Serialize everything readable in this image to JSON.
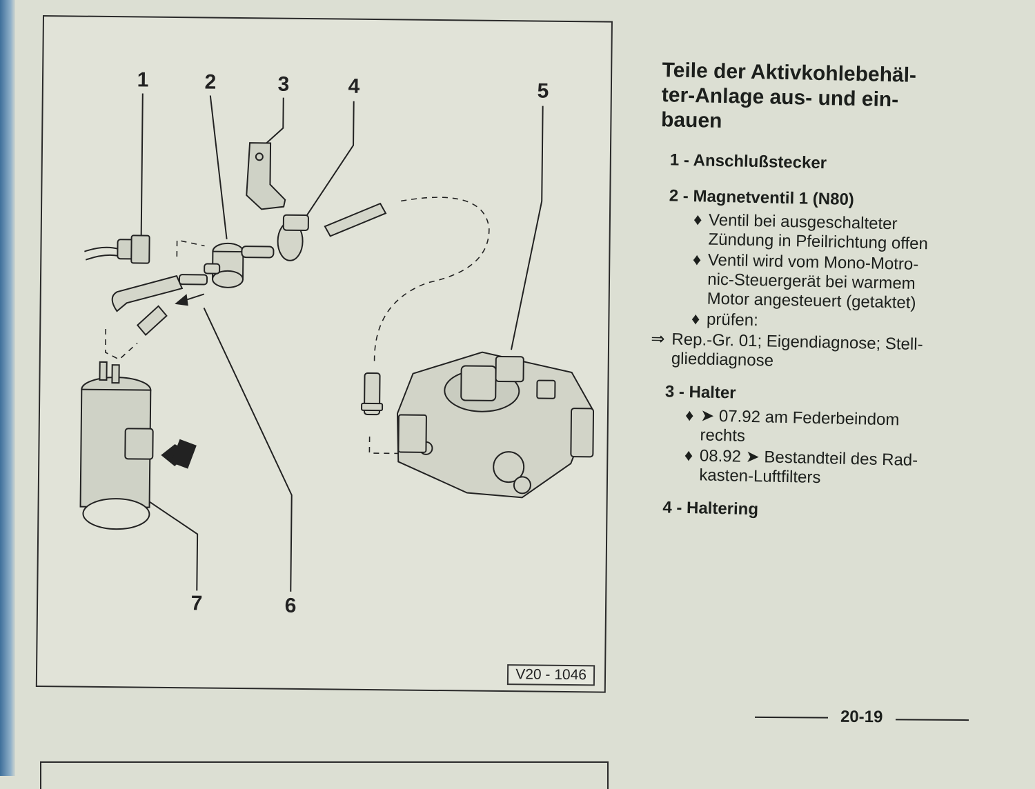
{
  "figure": {
    "callouts": [
      "1",
      "2",
      "3",
      "4",
      "5",
      "6",
      "7"
    ],
    "code": "V20 - 1046"
  },
  "section": {
    "title_lines": [
      "Teile der Aktivkohlebehäl-",
      "ter-Anlage aus- und ein-",
      "bauen"
    ],
    "items": [
      {
        "head": "1 - Anschlußstecker"
      },
      {
        "head": "2 - Magnetventil 1 (N80)",
        "bullets": [
          [
            "Ventil bei ausgeschalteter",
            "Zündung in Pfeilrichtung offen"
          ],
          [
            "Ventil wird vom Mono-Motro-",
            "nic-Steuergerät bei warmem",
            "Motor angesteuert (getaktet)"
          ],
          [
            "prüfen:"
          ]
        ],
        "ref": [
          "Rep.-Gr. 01; Eigendiagnose; Stell-",
          "glieddiagnose"
        ]
      },
      {
        "head": "3 - Halter",
        "bullets": [
          [
            "➤ 07.92 am Federbeindom",
            "rechts"
          ],
          [
            "08.92 ➤ Bestandteil des Rad-",
            "kasten-Luftfilters"
          ]
        ]
      },
      {
        "head": "4 - Haltering"
      }
    ],
    "bullet_glyph": "♦",
    "ref_glyph": "⇒"
  },
  "footer": {
    "page_number": "20-19"
  }
}
